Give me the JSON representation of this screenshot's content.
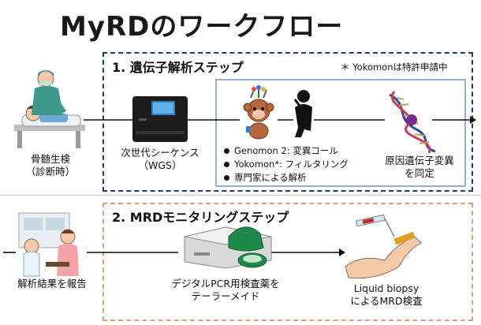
{
  "title": "MyRDのワークフロー",
  "step1": {
    "heading": "1. 遺伝子解析ステップ",
    "note": "＊ Yokomonは特許申請中",
    "nodes": {
      "patient": [
        "骨髄生検",
        "（診断時）"
      ],
      "sequencer": [
        "次世代シーケンス",
        "（WGS）"
      ],
      "target": [
        "原因遺伝子変異",
        "を同定"
      ]
    },
    "bullets": [
      "Genomon 2: 変異コール",
      "Yokomon*: フィルタリング",
      "専門家による解析"
    ]
  },
  "step2": {
    "heading": "2. MRDモニタリングステップ",
    "nodes": {
      "report": [
        "解析結果を報告"
      ],
      "pcr": [
        "デジタルPCR用検査薬を",
        "テーラーメイド"
      ],
      "biopsy": [
        "Liquid biopsy",
        "によるMRD検査"
      ]
    }
  },
  "colors": {
    "step1_border": "#1f3a7a",
    "step2_border": "#e89b72",
    "inner_border": "#8fb2d6"
  }
}
